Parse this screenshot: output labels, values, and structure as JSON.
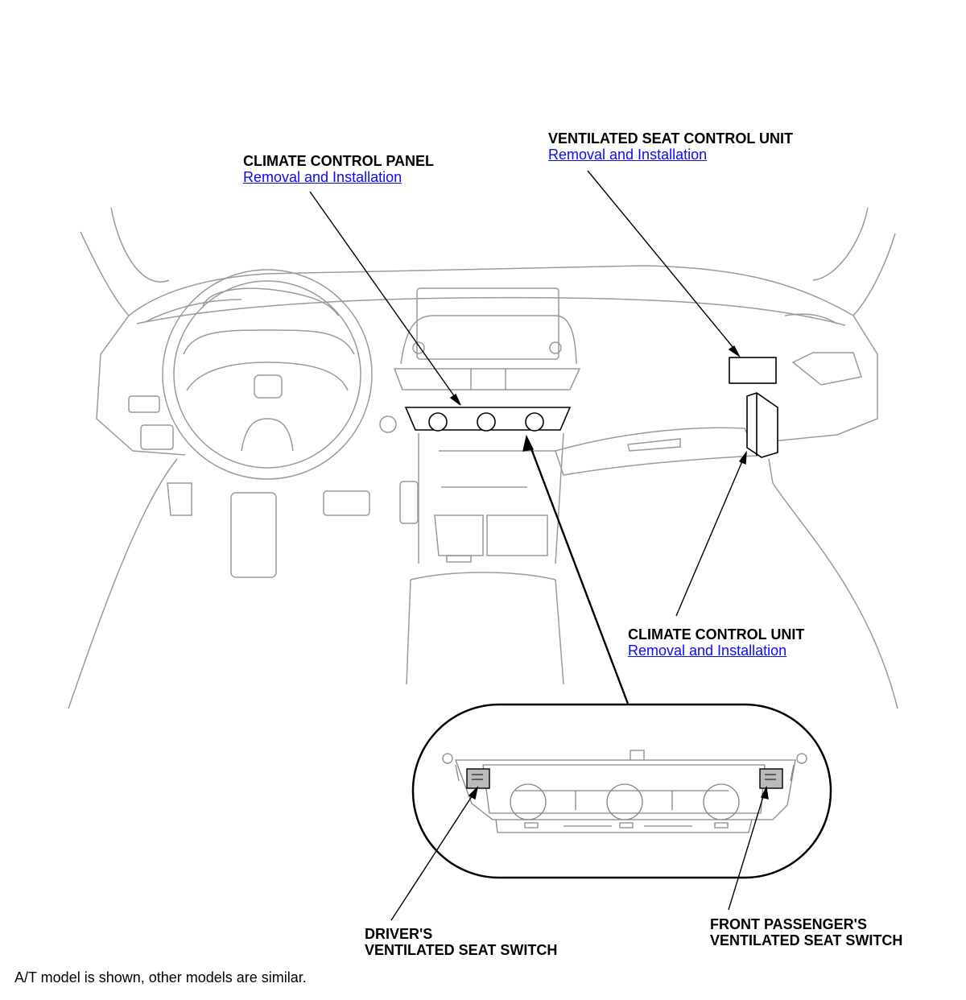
{
  "callouts": {
    "climate_control_panel": {
      "title": "CLIMATE CONTROL PANEL",
      "link": "Removal and Installation"
    },
    "ventilated_seat_control_unit": {
      "title": "VENTILATED SEAT CONTROL UNIT",
      "link": "Removal and Installation"
    },
    "climate_control_unit": {
      "title": "CLIMATE CONTROL UNIT",
      "link": "Removal and Installation"
    },
    "drivers_switch": {
      "line1": "DRIVER'S",
      "line2": "VENTILATED SEAT SWITCH"
    },
    "passenger_switch": {
      "line1": "FRONT PASSENGER'S",
      "line2": "VENTILATED SEAT SWITCH"
    }
  },
  "footer_note": "A/T model is shown, other models are similar.",
  "colors": {
    "link": "#0a0aff",
    "line_art": "#9a9a9a",
    "leader": "#000000"
  }
}
